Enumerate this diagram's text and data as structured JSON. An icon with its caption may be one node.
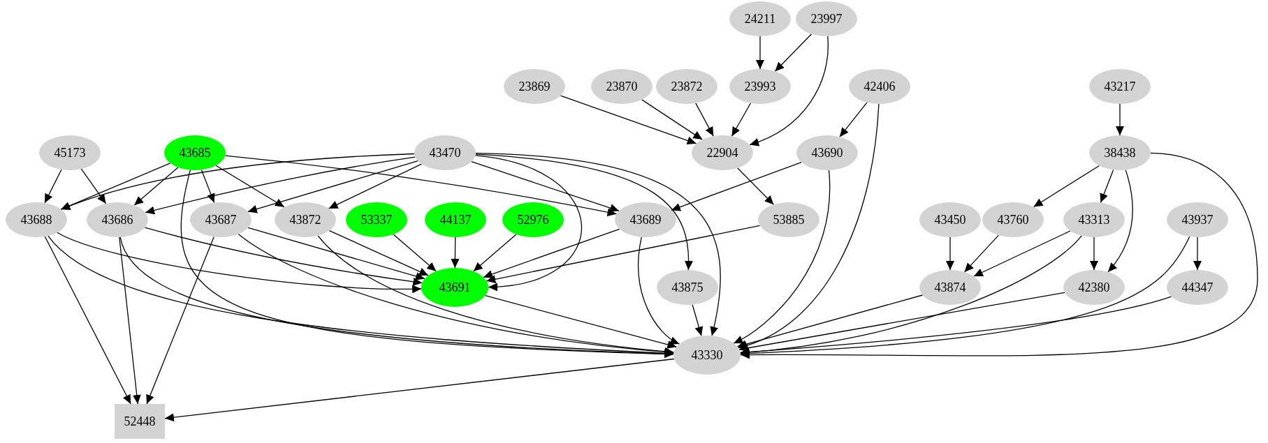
{
  "diagram": {
    "nodes": [
      {
        "text": [
          "24211"
        ]
      },
      {
        "text": [
          "23997"
        ]
      },
      {
        "text": [
          "23869"
        ]
      },
      {
        "text": [
          "23870"
        ]
      },
      {
        "text": [
          "23872"
        ]
      },
      {
        "text": [
          "23993"
        ]
      },
      {
        "text": [
          "42406"
        ]
      },
      {
        "text": [
          "43217"
        ]
      },
      {
        "text": [
          "45173"
        ]
      },
      {
        "text": [
          "43685"
        ]
      },
      {
        "text": [
          "43470"
        ]
      },
      {
        "text": [
          "22904"
        ]
      },
      {
        "text": [
          "43690"
        ]
      },
      {
        "text": [
          "38438"
        ]
      },
      {
        "text": [
          "43688"
        ]
      },
      {
        "text": [
          "43686"
        ]
      },
      {
        "text": [
          "43687"
        ]
      },
      {
        "text": [
          "43872"
        ]
      },
      {
        "text": [
          "53337"
        ]
      },
      {
        "text": [
          "44137"
        ]
      },
      {
        "text": [
          "52976"
        ]
      },
      {
        "text": [
          "43689"
        ]
      },
      {
        "text": [
          "53885"
        ]
      },
      {
        "text": [
          "43450"
        ]
      },
      {
        "text": [
          "43760"
        ]
      },
      {
        "text": [
          "43313"
        ]
      },
      {
        "text": [
          "43937"
        ]
      },
      {
        "text": [
          "43691"
        ]
      },
      {
        "text": [
          "43875"
        ]
      },
      {
        "text": [
          "43874"
        ]
      },
      {
        "text": [
          "42380"
        ]
      },
      {
        "text": [
          "44347"
        ]
      },
      {
        "text": [
          "43330"
        ]
      },
      {
        "text": [
          "52448"
        ]
      }
    ],
    "edges": [
      {
        "from": 0,
        "to": 5,
        "arrow": "to"
      },
      {
        "from": 1,
        "to": 5,
        "arrow": "to"
      },
      {
        "from": 1,
        "to": 11,
        "arrow": "to"
      },
      {
        "from": 2,
        "to": 11,
        "arrow": "to"
      },
      {
        "from": 3,
        "to": 11,
        "arrow": "to"
      },
      {
        "from": 4,
        "to": 11,
        "arrow": "to"
      },
      {
        "from": 5,
        "to": 11,
        "arrow": "to"
      },
      {
        "from": 6,
        "to": 12,
        "arrow": "to"
      },
      {
        "from": 6,
        "to": 32,
        "arrow": "to"
      },
      {
        "from": 7,
        "to": 13,
        "arrow": "to"
      },
      {
        "from": 8,
        "to": 14,
        "arrow": "to"
      },
      {
        "from": 8,
        "to": 15,
        "arrow": "to"
      },
      {
        "from": 9,
        "to": 14,
        "arrow": "to"
      },
      {
        "from": 9,
        "to": 15,
        "arrow": "to"
      },
      {
        "from": 9,
        "to": 16,
        "arrow": "to"
      },
      {
        "from": 9,
        "to": 17,
        "arrow": "to"
      },
      {
        "from": 9,
        "to": 21,
        "arrow": "to"
      },
      {
        "from": 9,
        "to": 32,
        "arrow": "to"
      },
      {
        "from": 10,
        "to": 14,
        "arrow": "to"
      },
      {
        "from": 10,
        "to": 15,
        "arrow": "to"
      },
      {
        "from": 10,
        "to": 16,
        "arrow": "to"
      },
      {
        "from": 10,
        "to": 17,
        "arrow": "to"
      },
      {
        "from": 10,
        "to": 21,
        "arrow": "to"
      },
      {
        "from": 10,
        "to": 27,
        "arrow": "to"
      },
      {
        "from": 10,
        "to": 28,
        "arrow": "to"
      },
      {
        "from": 10,
        "to": 32,
        "arrow": "to"
      },
      {
        "from": 11,
        "to": 22,
        "arrow": "to"
      },
      {
        "from": 12,
        "to": 21,
        "arrow": "to"
      },
      {
        "from": 12,
        "to": 32,
        "arrow": "to"
      },
      {
        "from": 13,
        "to": 24,
        "arrow": "to"
      },
      {
        "from": 13,
        "to": 25,
        "arrow": "to"
      },
      {
        "from": 13,
        "to": 30,
        "arrow": "to"
      },
      {
        "from": 13,
        "to": 32,
        "arrow": "to"
      },
      {
        "from": 14,
        "to": 27,
        "arrow": "to"
      },
      {
        "from": 14,
        "to": 32,
        "arrow": "to"
      },
      {
        "from": 14,
        "to": 33,
        "arrow": "to"
      },
      {
        "from": 15,
        "to": 27,
        "arrow": "to"
      },
      {
        "from": 15,
        "to": 32,
        "arrow": "to"
      },
      {
        "from": 15,
        "to": 33,
        "arrow": "to"
      },
      {
        "from": 16,
        "to": 27,
        "arrow": "to"
      },
      {
        "from": 16,
        "to": 32,
        "arrow": "to"
      },
      {
        "from": 16,
        "to": 33,
        "arrow": "to"
      },
      {
        "from": 17,
        "to": 27,
        "arrow": "to"
      },
      {
        "from": 17,
        "to": 32,
        "arrow": "to"
      },
      {
        "from": 18,
        "to": 27,
        "arrow": "to"
      },
      {
        "from": 19,
        "to": 27,
        "arrow": "to"
      },
      {
        "from": 20,
        "to": 27,
        "arrow": "to"
      },
      {
        "from": 21,
        "to": 27,
        "arrow": "to"
      },
      {
        "from": 21,
        "to": 32,
        "arrow": "to"
      },
      {
        "from": 22,
        "to": 27,
        "arrow": "to"
      },
      {
        "from": 23,
        "to": 29,
        "arrow": "to"
      },
      {
        "from": 24,
        "to": 29,
        "arrow": "to"
      },
      {
        "from": 25,
        "to": 29,
        "arrow": "to"
      },
      {
        "from": 25,
        "to": 30,
        "arrow": "to"
      },
      {
        "from": 25,
        "to": 32,
        "arrow": "to"
      },
      {
        "from": 26,
        "to": 31,
        "arrow": "to"
      },
      {
        "from": 26,
        "to": 32,
        "arrow": "to"
      },
      {
        "from": 27,
        "to": 32,
        "arrow": "to"
      },
      {
        "from": 28,
        "to": 32,
        "arrow": "to"
      },
      {
        "from": 29,
        "to": 32,
        "arrow": "to"
      },
      {
        "from": 30,
        "to": 32,
        "arrow": "to"
      },
      {
        "from": 31,
        "to": 32,
        "arrow": "to"
      },
      {
        "from": 32,
        "to": 33,
        "arrow": "to"
      }
    ]
  }
}
